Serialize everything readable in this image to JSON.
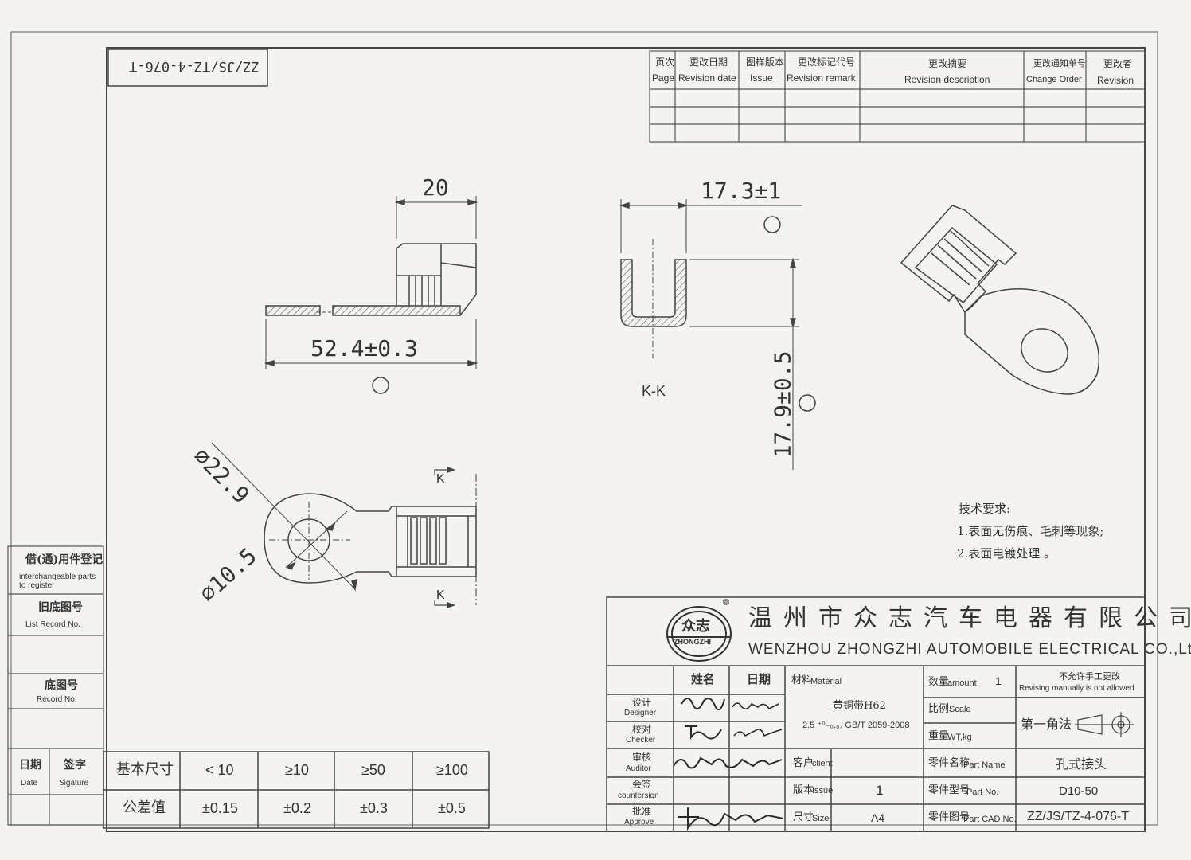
{
  "doc": {
    "drawing_no_rotated": "ZZ/JS/TZ-4-076-T"
  },
  "revision_table": {
    "headers": [
      {
        "cn": "页次",
        "en": "Page"
      },
      {
        "cn": "更改日期",
        "en": "Revision date"
      },
      {
        "cn": "图样版本",
        "en": "Issue"
      },
      {
        "cn": "更改标记代号",
        "en": "Revision remark"
      },
      {
        "cn": "更改摘要",
        "en": "Revision description"
      },
      {
        "cn": "更改通知单号",
        "en": "Change Order"
      },
      {
        "cn": "更改者",
        "en": "Revision"
      }
    ]
  },
  "dimensions": {
    "top_width": "20",
    "overall_length": "52.4±0.3",
    "section_width": "17.3±1",
    "section_height": "17.9±0.5",
    "section_label": "K-K",
    "outer_dia": "⌀22.9",
    "hole_dia": "⌀10.5",
    "cut_k": "K"
  },
  "tech_req": {
    "title": "技术要求:",
    "items": [
      "1.表面无伤痕、毛刺等现象;",
      "2.表面电镀处理 。"
    ]
  },
  "left_panel": {
    "interchange_cn": "借(通)用件登记",
    "interchange_en1": "interchangeable parts",
    "interchange_en2": "to register",
    "old_no_cn": "旧底图号",
    "old_no_en": "List Record No.",
    "record_cn": "底图号",
    "record_en": "Record No.",
    "date_cn": "日期",
    "date_en": "Date",
    "sign_cn": "签字",
    "sign_en": "Sigature"
  },
  "tolerance": {
    "row1_label": "基本尺寸",
    "row2_label": "公差值",
    "ranges": [
      "< 10",
      "≥10",
      "≥50",
      "≥100"
    ],
    "values": [
      "±0.15",
      "±0.2",
      "±0.3",
      "±0.5"
    ]
  },
  "title_block": {
    "logo_cn": "众志",
    "logo_en": "ZHONGZHI",
    "registered": "®",
    "company_cn": "温州市众志汽车电器有限公司",
    "company_en": "WENZHOU ZHONGZHI AUTOMOBILE ELECTRICAL CO.,Ltd",
    "name_head": "姓名",
    "date_head": "日期",
    "designer_cn": "设计",
    "designer_en": "Designer",
    "checker_cn": "校对",
    "checker_en": "Checker",
    "auditor_cn": "审核",
    "auditor_en": "Auditor",
    "countersign_cn": "会签",
    "countersign_en": "countersign",
    "approve_cn": "批准",
    "approve_en": "Approve",
    "material_cn": "材料",
    "material_en": "Material",
    "material_value": "黄铜带H62",
    "material_spec": "2.5 ⁺⁰₋₀.₀₇ GB/T 2059-2008",
    "client_cn": "客户",
    "client_en": "client",
    "issue_cn": "版本",
    "issue_en": "Issue",
    "issue_value": "1",
    "size_cn": "尺寸",
    "size_en": "Size",
    "size_value": "A4",
    "amount_cn": "数量",
    "amount_en": "amount",
    "amount_value": "1",
    "scale_cn": "比例",
    "scale_en": "Scale",
    "weight_cn": "重量",
    "weight_en": "WT,kg",
    "no_manual_cn": "不允许手工更改",
    "no_manual_en": "Revising manually is not allowed",
    "projection": "第一角法",
    "part_name_cn": "零件名称",
    "part_name_en": "Part Name",
    "part_name_value": "孔式接头",
    "part_no_cn": "零件型号",
    "part_no_en": "Part No.",
    "part_no_value": "D10-50",
    "cad_no_cn": "零件图号",
    "cad_no_en": "Part CAD No.",
    "cad_no_value": "ZZ/JS/TZ-4-076-T"
  }
}
